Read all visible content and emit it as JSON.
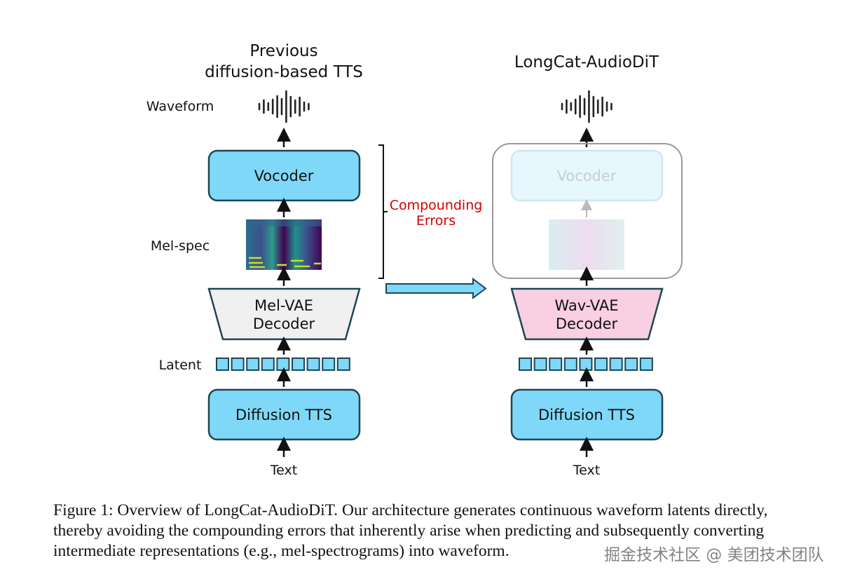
{
  "left": {
    "title_line1": "Previous",
    "title_line2": "diffusion-based TTS",
    "waveform_label": "Waveform",
    "mel_label": "Mel-spec",
    "latent_label": "Latent",
    "vocoder": "Vocoder",
    "decoder_line1": "Mel-VAE",
    "decoder_line2": "Decoder",
    "diffusion": "Diffusion TTS",
    "input": "Text"
  },
  "right": {
    "title": "LongCat-AudioDiT",
    "vocoder": "Vocoder",
    "decoder_line1": "Wav-VAE",
    "decoder_line2": "Decoder",
    "diffusion": "Diffusion TTS",
    "input": "Text"
  },
  "annotation": {
    "line1": "Compounding",
    "line2": "Errors",
    "color": "#d40000"
  },
  "colors": {
    "box_fill": "#7fd8f8",
    "box_stroke": "#1d4654",
    "mel_vae_fill": "#f0f0f0",
    "wav_vae_fill": "#f9cfe1"
  },
  "caption": "Figure 1: Overview of LongCat-AudioDiT. Our architecture generates continuous waveform latents directly, thereby avoiding the compounding errors that inherently arise when predicting and subsequently converting intermediate representations (e.g., mel-spectrograms) into waveform.",
  "watermark": "掘金技术社区 @ 美团技术团队"
}
